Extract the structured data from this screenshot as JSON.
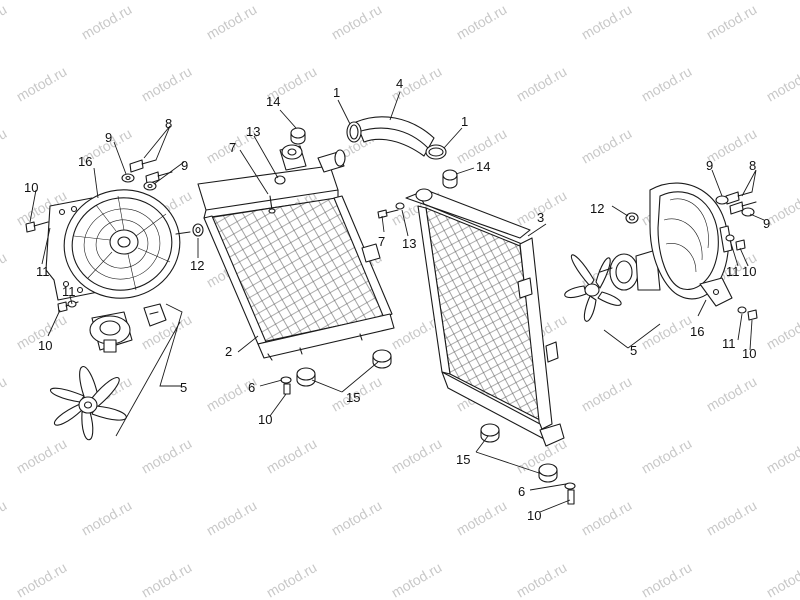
{
  "watermark": {
    "text": "motod.ru",
    "color": "#c8c8c8"
  },
  "callouts": [
    {
      "id": "c1a",
      "text": "1"
    },
    {
      "id": "c1b",
      "text": "1"
    },
    {
      "id": "c2",
      "text": "2"
    },
    {
      "id": "c3",
      "text": "3"
    },
    {
      "id": "c4",
      "text": "4"
    },
    {
      "id": "c5a",
      "text": "5"
    },
    {
      "id": "c5b",
      "text": "5"
    },
    {
      "id": "c6a",
      "text": "6"
    },
    {
      "id": "c6b",
      "text": "6"
    },
    {
      "id": "c7a",
      "text": "7"
    },
    {
      "id": "c7b",
      "text": "7"
    },
    {
      "id": "c8a",
      "text": "8"
    },
    {
      "id": "c8b",
      "text": "8"
    },
    {
      "id": "c9a",
      "text": "9"
    },
    {
      "id": "c9b",
      "text": "9"
    },
    {
      "id": "c9c",
      "text": "9"
    },
    {
      "id": "c9d",
      "text": "9"
    },
    {
      "id": "c10a",
      "text": "10"
    },
    {
      "id": "c10b",
      "text": "10"
    },
    {
      "id": "c10c",
      "text": "10"
    },
    {
      "id": "c10d",
      "text": "10"
    },
    {
      "id": "c10e",
      "text": "10"
    },
    {
      "id": "c10f",
      "text": "10"
    },
    {
      "id": "c11a",
      "text": "11"
    },
    {
      "id": "c11b",
      "text": "11"
    },
    {
      "id": "c11c",
      "text": "11"
    },
    {
      "id": "c11d",
      "text": "11"
    },
    {
      "id": "c12a",
      "text": "12"
    },
    {
      "id": "c12b",
      "text": "12"
    },
    {
      "id": "c13a",
      "text": "13"
    },
    {
      "id": "c13b",
      "text": "13"
    },
    {
      "id": "c14a",
      "text": "14"
    },
    {
      "id": "c14b",
      "text": "14"
    },
    {
      "id": "c15a",
      "text": "15"
    },
    {
      "id": "c15b",
      "text": "15"
    },
    {
      "id": "c16a",
      "text": "16"
    },
    {
      "id": "c16b",
      "text": "16"
    }
  ]
}
